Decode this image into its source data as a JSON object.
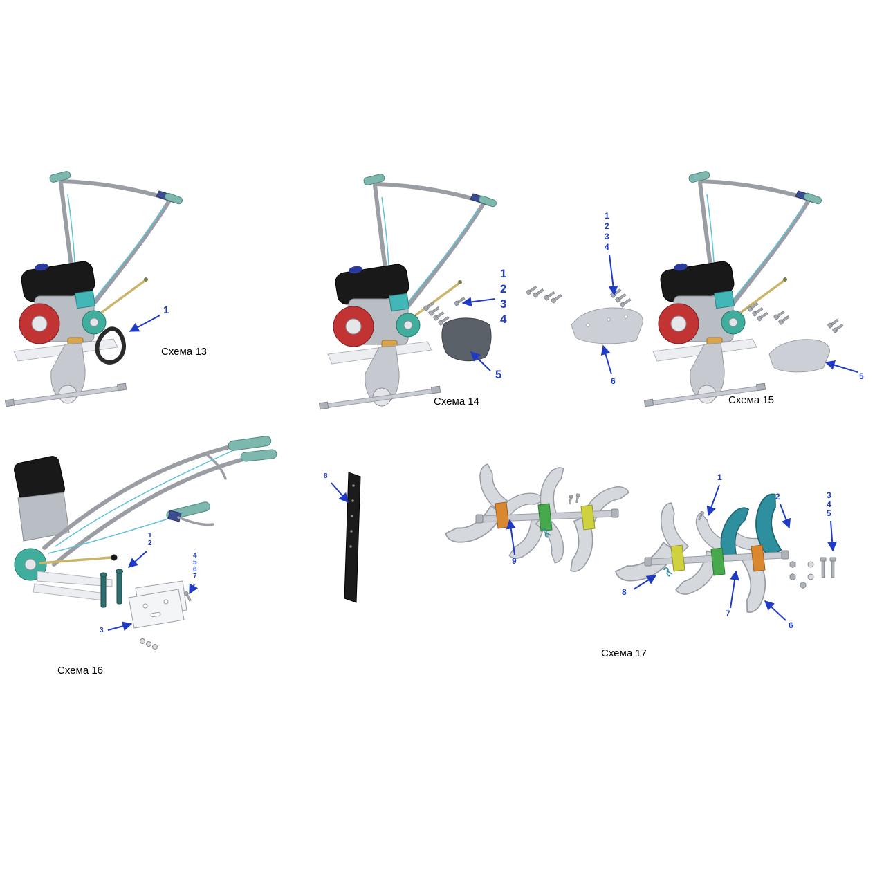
{
  "colors": {
    "callout": "#1F3BC6",
    "schema_label": "#000000",
    "grip_teal": "#7db7ae",
    "engine_red": "#c23434",
    "pulley_teal": "#3fae9d"
  },
  "schemas": {
    "s13": {
      "label": "Схема 13",
      "callouts": {
        "c1": "1"
      }
    },
    "s14": {
      "label": "Схема 14",
      "callouts": {
        "c1": "1",
        "c2": "2",
        "c3": "3",
        "c4": "4",
        "c5": "5"
      }
    },
    "s15": {
      "label": "Схема 15",
      "callouts": {
        "c1": "1",
        "c2": "2",
        "c3": "3",
        "c4": "4",
        "c5": "5",
        "c6": "6"
      }
    },
    "s16": {
      "label": "Схема 16",
      "callouts": {
        "c1": "1",
        "c2": "2",
        "c3": "3",
        "c4": "4",
        "c5": "5",
        "c6": "6",
        "c7": "7",
        "c8": "8"
      }
    },
    "s17": {
      "label": "Схема 17",
      "callouts": {
        "c1": "1",
        "c2": "2",
        "c3": "3",
        "c4": "4",
        "c5": "5",
        "c6": "6",
        "c7": "7",
        "c8": "8",
        "c9": "9"
      }
    }
  }
}
